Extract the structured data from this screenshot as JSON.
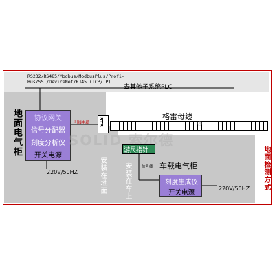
{
  "protocols": "RS232/RS485/Modbus/ModbusPlus/Profi-\nBus/SSI/DeviceNet/RJ45 (TCP/IP)",
  "plc": "去其他子系统PLC",
  "ground_cabinet": "地面电气柜",
  "ground_box": {
    "protocol_gateway": "协议网关",
    "signal_splitter": "信号分配器",
    "scale_analyzer": "刻度分析仪",
    "switch_power": "开关电源"
  },
  "voltage_ground": "220V/50HZ",
  "lead_cable": "引线电缆",
  "sts": "STS",
  "gray_bus_line": "格雷母线",
  "install_on_ground": "安装在地面",
  "install_on_car": "安装在车上",
  "caliper": "游尺指针",
  "signal_line": "信号线",
  "car_cabinet": "车载电气柜",
  "car_box": {
    "scale_generator": "刻度生成仪",
    "switch_power": "开关电源"
  },
  "voltage_car": "220V/50HZ",
  "ground_detection_method": "地面检测方式",
  "watermark": "SOLID 索尔德",
  "watermark_mark": "®",
  "colors": {
    "box_fill": "#9a7fd6",
    "caliper_fill": "#2e8b57",
    "panel_gray": "#c8c8c8",
    "accent_red": "#c00000"
  }
}
